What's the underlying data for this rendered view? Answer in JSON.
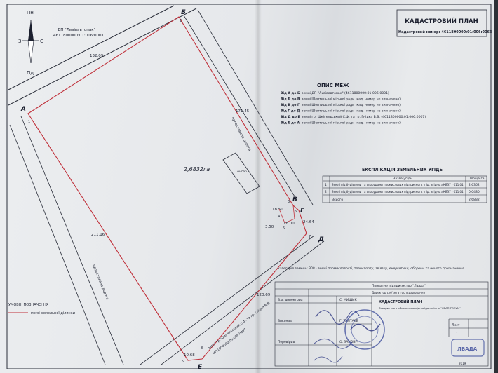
{
  "header": {
    "title": "КАДАСТРОВИЙ ПЛАН",
    "cadastral_line": "Кадастровий номер: 4611800000:01:006:0063"
  },
  "compass": {
    "north": "Пн",
    "south": "Пд",
    "west": "З",
    "east": "С"
  },
  "top_label": {
    "line1": "ДП \"Львівавтопак\"",
    "line2": "4611800000:01:006:0001"
  },
  "points": {
    "A": "А",
    "B": "Б",
    "V": "В",
    "G": "Г",
    "D": "Д",
    "E": "Е",
    "n1": "1",
    "n2": "2",
    "n3": "3",
    "n4": "4",
    "n5": "5",
    "n6": "6",
    "n7": "7",
    "n8": "8",
    "n9": "9"
  },
  "distances": {
    "d1": "132.09",
    "d2": "171.45",
    "d3": "211.16",
    "d4": "18.50",
    "d5": "18.00",
    "d6": "3.50",
    "d7": "24.64",
    "d8": "120.69",
    "d9": "10.68"
  },
  "map_labels": {
    "area": "2,6832га",
    "road_right": "проектована дорога",
    "road_left": "проектована дорога",
    "building": "Ангар",
    "bottom_neighbor": "землі гр. Шмігельський С.Ф. та гр. Гнідка В.В.",
    "bottom_neighbor_num": "4611800000:01:006:0007"
  },
  "boundaries": {
    "title": "ОПИС МЕЖ",
    "rows": [
      {
        "range": "Від А до Б",
        "text": "землі ДП \"Львівавтопак\" (4611800000:01:006:0001)"
      },
      {
        "range": "Від Б до В",
        "text": "землі Шептицької міської ради (кад. номер не визначено)"
      },
      {
        "range": "Від В до Г",
        "text": "землі Шептицької міської ради (кад. номер не визначено)"
      },
      {
        "range": "Від Г до Д",
        "text": "землі Шептицької міської ради (кад. номер не визначено)"
      },
      {
        "range": "Від Д до Е",
        "text": "землі гр. Шмігельський С.Ф. та гр. Гнідка В.В. (4611800000:01:006:0007)"
      },
      {
        "range": "Від Е до А",
        "text": "землі Шептицької міської ради (кад. номер не визначено)"
      }
    ]
  },
  "explication": {
    "title": "ЕКСПЛІКАЦІЯ ЗЕМЕЛЬНИХ УГІДЬ",
    "col_name": "Назва угідь",
    "col_area": "Площа га",
    "rows": [
      {
        "num": "1",
        "name": "Землі під будівлями та спорудами промислових підприємств (під. згідно з КВЗУ - 011.01)",
        "area": "2.6362"
      },
      {
        "num": "2",
        "name": "Землі під будівлями та спорудами промислових підприємств (під. згідно з КВЗУ - 011.01)",
        "area": "0.0480"
      }
    ],
    "total_label": "Всього",
    "total_area": "2.6832"
  },
  "category_note": "категорія земель: 900 - землі промисловості, транспорту, зв'язку, енергетики, оборони та іншого призначення",
  "legend": {
    "title": "УМОВНІ ПОЗНАЧЕННЯ",
    "item": "межі земельної ділянки"
  },
  "stamp": {
    "owner": "Приватне підприємство \"Лвада\"",
    "director_row": "Директор суб'єкта господарювання",
    "rows": [
      {
        "role": "В.о. директора",
        "name": "С. МИЩИК"
      },
      {
        "role": "Виконав",
        "name": "Г. ТАНТАЄВ"
      },
      {
        "role": "Перевірив",
        "name": "О. ЗАНОВІЧ"
      }
    ],
    "plan_title": "КАДАСТРОВИЙ ПЛАН",
    "company": "Товариство з обмеженою відповідальністю \"СВАП РОЗУМ\"",
    "sheet_label": "Лист",
    "sheet_num": "1",
    "stamp_brand": "ЛВАДА",
    "year": "2019"
  }
}
